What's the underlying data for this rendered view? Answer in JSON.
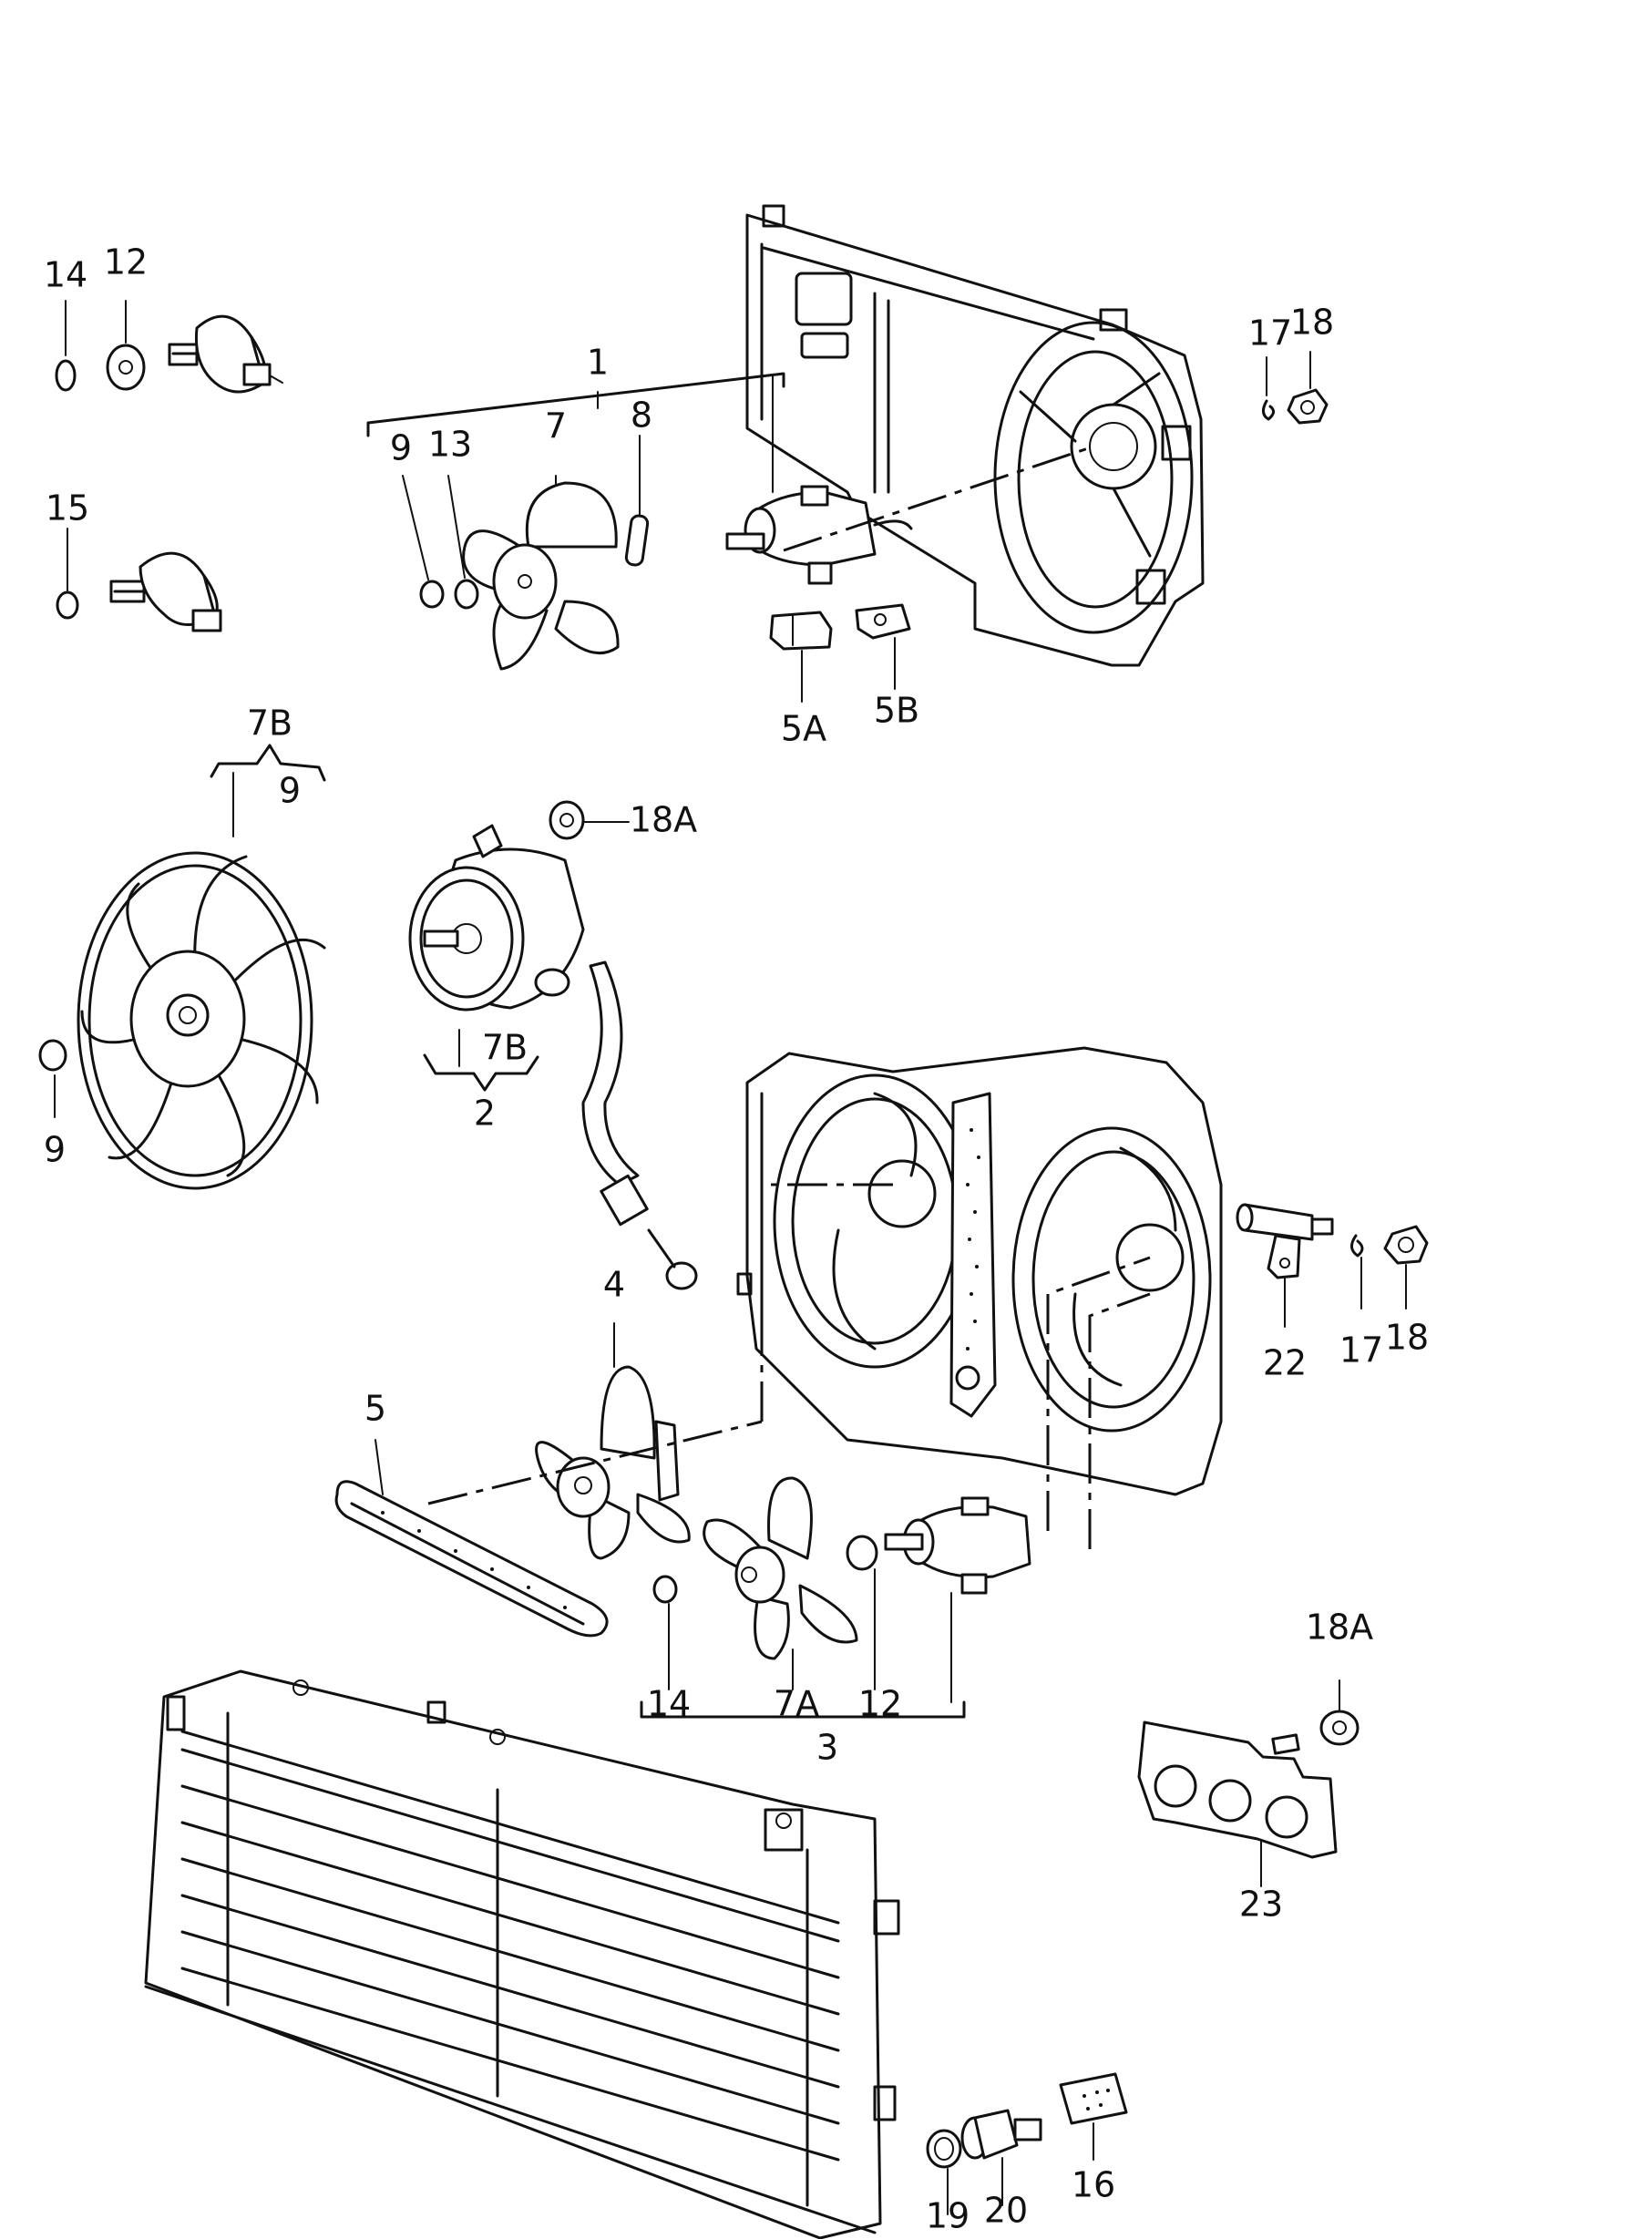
{
  "callouts": {
    "c14_top": "14",
    "c12_top": "12",
    "c15": "15",
    "c1": "1",
    "c9_a": "9",
    "c13": "13",
    "c7": "7",
    "c8": "8",
    "c17_top": "17",
    "c18_top": "18",
    "c5A": "5A",
    "c5B": "5B",
    "c7B_top": "7B",
    "c9_b": "9",
    "c18A_top": "18A",
    "c9_left": "9",
    "c7B_mid": "7B",
    "c2": "2",
    "c4": "4",
    "c5": "5",
    "c22": "22",
    "c17_mid": "17",
    "c18_mid": "18",
    "c14_bot": "14",
    "c7A": "7A",
    "c12_bot": "12",
    "c3": "3",
    "c18A_bot": "18A",
    "c23": "23",
    "c19": "19",
    "c20": "20",
    "c16": "16"
  },
  "icons": {
    "fan_small": "four-blade-fan-icon",
    "fan_large": "seven-blade-fan-icon",
    "motor": "fan-motor-icon",
    "shroud": "fan-shroud-icon",
    "radiator": "radiator-icon"
  }
}
